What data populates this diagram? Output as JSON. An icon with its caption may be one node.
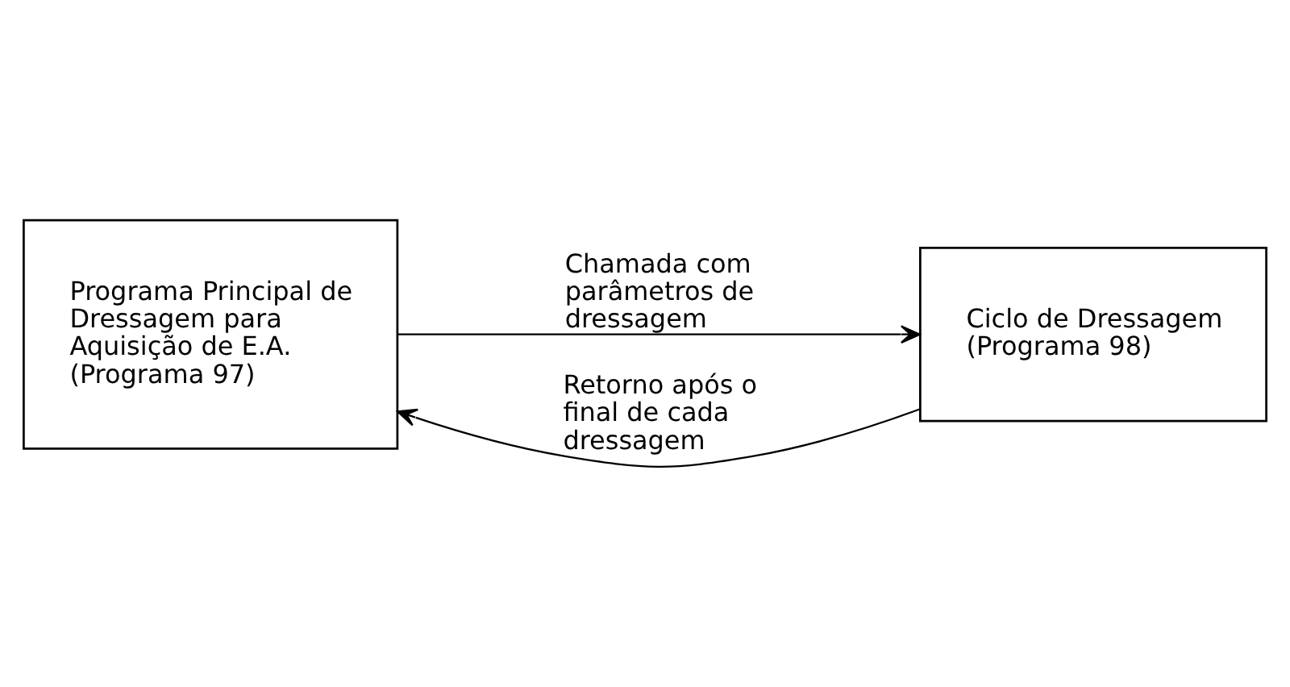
{
  "diagram": {
    "nodes": [
      {
        "text": [
          "Programa Principal de Dressagem para Aquisição de E.A. (Programa 97)"
        ]
      },
      {
        "text": [
          "Ciclo de Dressagem (Programa 98)"
        ]
      }
    ],
    "edges": [
      {
        "from": 0,
        "to": 1,
        "arrow": "to",
        "label": "Chamada com parâmetros de dressagem"
      },
      {
        "from": 1,
        "to": 0,
        "arrow": "to",
        "label": "Retorno após o final de cada dressagem"
      }
    ]
  }
}
